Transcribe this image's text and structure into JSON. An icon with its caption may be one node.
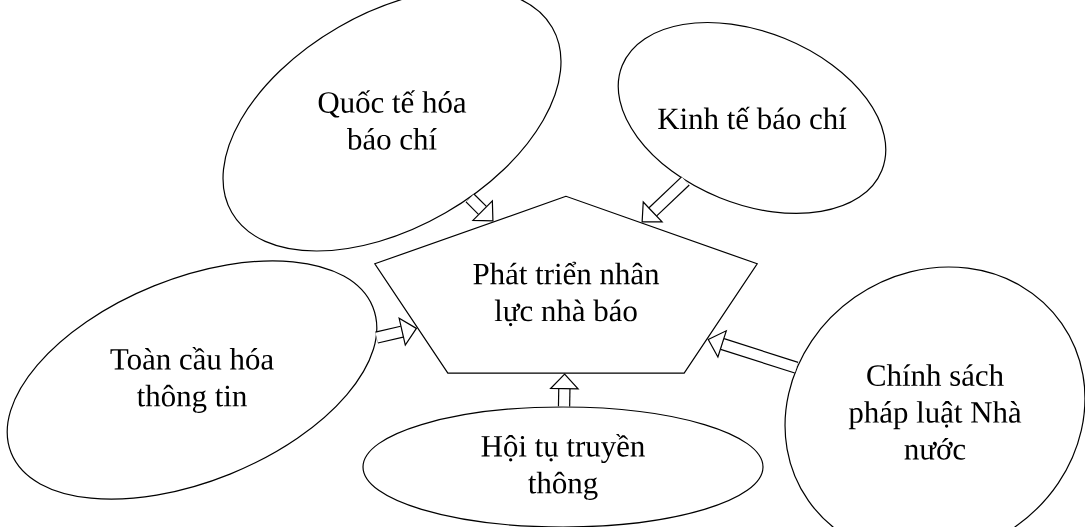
{
  "diagram": {
    "nodes": [
      {
        "text": [
          "Phát triển nhân lực nhà báo"
        ]
      },
      {
        "text": [
          "Quốc tế hóa báo chí"
        ]
      },
      {
        "text": [
          "Kinh tế báo chí"
        ]
      },
      {
        "text": [
          "Toàn cầu hóa thông tin"
        ]
      },
      {
        "text": [
          "Hội tụ truyền thông"
        ]
      },
      {
        "text": [
          "Chính sách pháp luật Nhà nước"
        ]
      }
    ],
    "edges": [
      {
        "from": 1,
        "to": 0,
        "arrow": "to"
      },
      {
        "from": 2,
        "to": 0,
        "arrow": "to"
      },
      {
        "from": 3,
        "to": 0,
        "arrow": "to"
      },
      {
        "from": 4,
        "to": 0,
        "arrow": "to"
      },
      {
        "from": 5,
        "to": 0,
        "arrow": "to"
      }
    ]
  }
}
